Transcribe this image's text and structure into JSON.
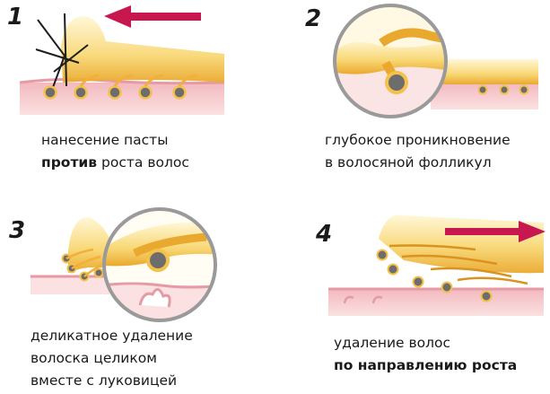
{
  "steps": [
    {
      "number": "1",
      "caption_lines": [
        {
          "parts": [
            {
              "text": "нанесение пасты",
              "bold": false
            }
          ]
        },
        {
          "parts": [
            {
              "text": "против",
              "bold": true
            },
            {
              "text": " роста волос",
              "bold": false
            }
          ]
        }
      ]
    },
    {
      "number": "2",
      "caption_lines": [
        {
          "parts": [
            {
              "text": "глубокое проникновение",
              "bold": false
            }
          ]
        },
        {
          "parts": [
            {
              "text": "в волосяной фолликул",
              "bold": false
            }
          ]
        }
      ]
    },
    {
      "number": "3",
      "caption_lines": [
        {
          "parts": [
            {
              "text": "деликатное удаление",
              "bold": false
            }
          ]
        },
        {
          "parts": [
            {
              "text": "волоска целиком",
              "bold": false
            }
          ]
        },
        {
          "parts": [
            {
              "text": "вместе с луковицей",
              "bold": false
            }
          ]
        }
      ]
    },
    {
      "number": "4",
      "caption_lines": [
        {
          "parts": [
            {
              "text": "удаление волос",
              "bold": false
            }
          ]
        },
        {
          "parts": [
            {
              "text": "по направлению роста",
              "bold": true
            }
          ]
        }
      ]
    }
  ],
  "colors": {
    "arrow": "#c8174f",
    "skin_top": "#f2b9bf",
    "skin_body": "#fbe1e1",
    "paste_light": "#fff6cf",
    "paste_mid": "#f8d774",
    "paste_dark": "#e9a92e",
    "follicle": "#6a6a6a",
    "lens_ring": "#9a9a9a"
  }
}
